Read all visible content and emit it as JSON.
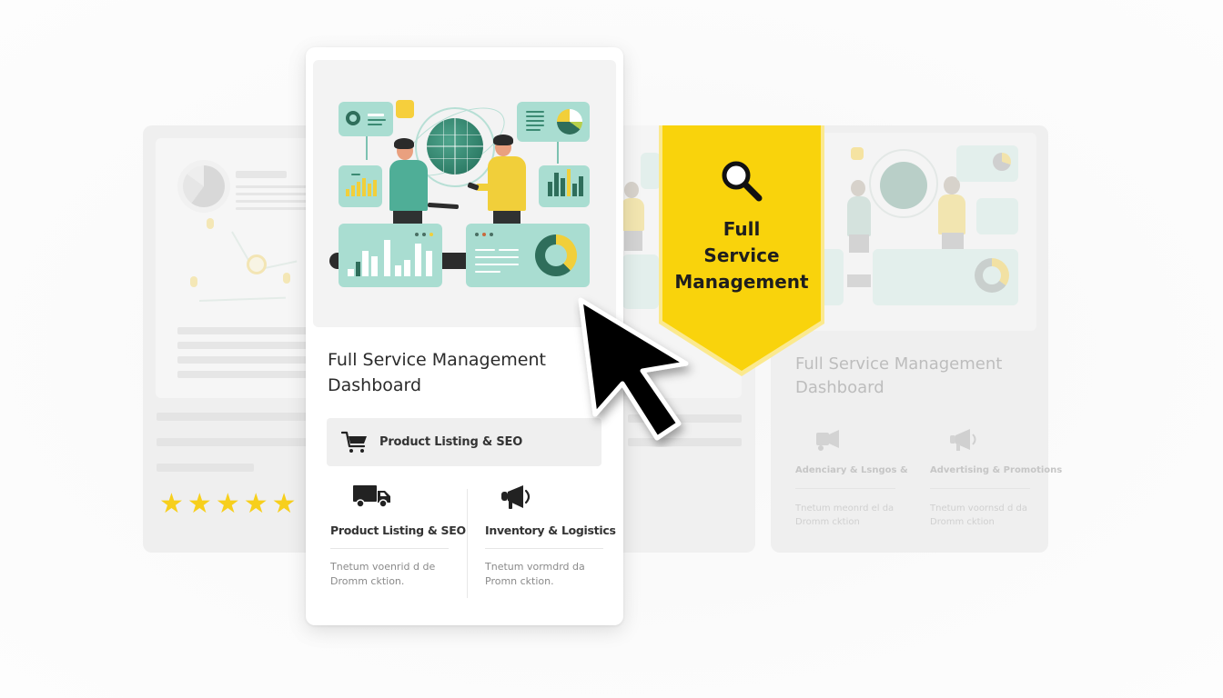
{
  "colors": {
    "background": "#f8f8f8",
    "accent_yellow": "#f9d30c",
    "teal_panel": "#a9ddd1",
    "teal_dark": "#2e7d67",
    "text_primary": "#2b2b2b",
    "text_muted": "#8a8a8a",
    "star": "#f7cf1c"
  },
  "left_card": {
    "rating_stars": 5,
    "stars_glyphs": [
      "★",
      "★",
      "★",
      "★",
      "★"
    ]
  },
  "main_card": {
    "illustration_label": "people-with-globe-and-dashboards",
    "title_line1": "Full Service Management",
    "title_line2": "Dashboard",
    "highlight": {
      "icon": "cart-icon",
      "label": "Product Listing & SEO"
    },
    "features": [
      {
        "icon": "truck-icon",
        "label": "Product Listing & SEO",
        "desc_line1": "Tnetum voenrid d de",
        "desc_line2": "Dromm cktion."
      },
      {
        "icon": "megaphone-icon",
        "label": "Inventory & Logistics",
        "desc_line1": "Tnetum vormdrd da",
        "desc_line2": "Promn cktion."
      }
    ]
  },
  "badge": {
    "icon": "search-icon",
    "line1": "Full",
    "line2": "Service",
    "line3": "Management"
  },
  "right_card": {
    "title_line1": "Full Service Management",
    "title_line2": "Dashboard",
    "features": [
      {
        "icon": "megaphone-truck-icon",
        "label": "Adenciary & Lsngos &",
        "desc_line1": "Tnetum meonrd el da",
        "desc_line2": "Dromm cktion"
      },
      {
        "icon": "megaphone-icon",
        "label": "Advertising & Promotions",
        "desc_line1": "Tnetum voornsd d da",
        "desc_line2": "Dromm cktion"
      }
    ]
  },
  "cursor": {
    "icon": "arrow-cursor-icon"
  }
}
